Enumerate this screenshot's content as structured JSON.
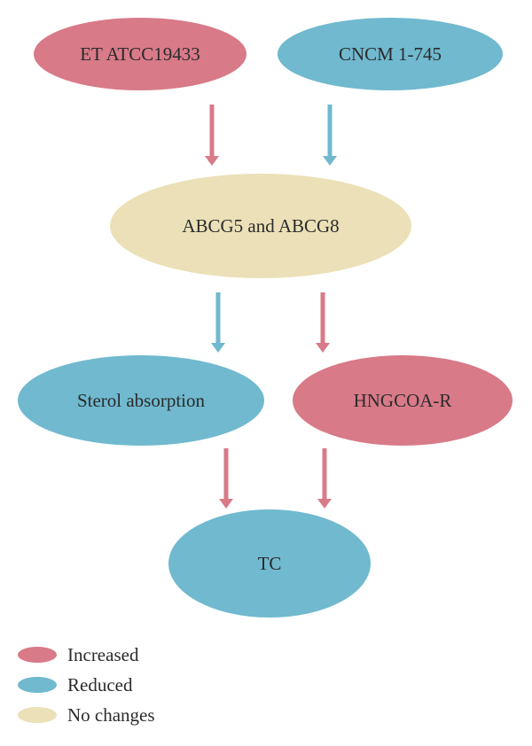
{
  "colors": {
    "increased": "#d87a88",
    "reduced": "#70b9cf",
    "no_changes": "#ebe0b7"
  },
  "nodes": {
    "et_atcc": {
      "label": "ET ATCC19433",
      "status": "increased"
    },
    "cncm": {
      "label": "CNCM 1-745",
      "status": "reduced"
    },
    "abcg": {
      "label": "ABCG5 and ABCG8",
      "status": "no_changes"
    },
    "sterol": {
      "label": "Sterol absorption",
      "status": "reduced"
    },
    "hngcoa": {
      "label": "HNGCOA-R",
      "status": "increased"
    },
    "tc": {
      "label": "TC",
      "status": "reduced"
    }
  },
  "arrows": [
    {
      "from": "et_atcc",
      "to": "abcg",
      "status": "increased"
    },
    {
      "from": "cncm",
      "to": "abcg",
      "status": "reduced"
    },
    {
      "from": "abcg",
      "to": "sterol",
      "status": "reduced"
    },
    {
      "from": "abcg",
      "to": "hngcoa",
      "status": "increased"
    },
    {
      "from": "sterol",
      "to": "tc",
      "status": "increased"
    },
    {
      "from": "hngcoa",
      "to": "tc",
      "status": "increased"
    }
  ],
  "legend": {
    "items": [
      {
        "label": "Increased",
        "status": "increased"
      },
      {
        "label": "Reduced",
        "status": "reduced"
      },
      {
        "label": "No changes",
        "status": "no_changes"
      }
    ]
  }
}
